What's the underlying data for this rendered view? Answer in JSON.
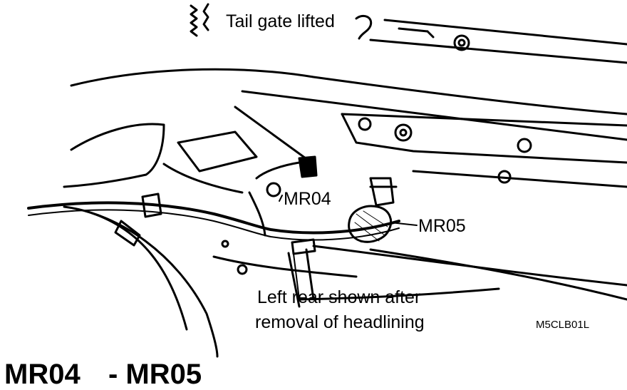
{
  "labels": {
    "tail_gate": "Tail gate lifted",
    "mr04": "MR04",
    "mr05": "MR05",
    "caption_line1": "Left rear shown after",
    "caption_line2": "removal of headlining",
    "figure_code": "M5CLB01L"
  },
  "title": {
    "from": "MR04",
    "to": "- MR05"
  }
}
